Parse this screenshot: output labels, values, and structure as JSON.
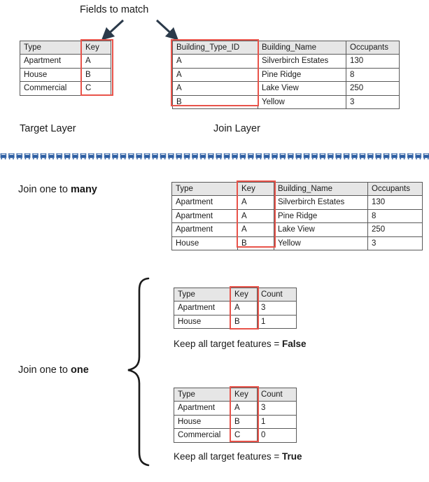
{
  "annotations": {
    "fields_to_match": "Fields to match",
    "target_layer_label": "Target Layer",
    "join_layer_label": "Join Layer",
    "join_one_to_many_prefix": "Join one to ",
    "join_one_to_many_strong": "many",
    "join_one_to_one_prefix": "Join one to ",
    "join_one_to_one_strong": "one",
    "keep_all_prefix": "Keep all target features = ",
    "keep_all_false": "False",
    "keep_all_true": "True"
  },
  "colors": {
    "highlight": "#e8534a",
    "divider": "#2e5fa3",
    "header_fill": "#e6e6e6",
    "border": "#5a5a5a",
    "arrow": "#2b3a4a"
  },
  "target_table": {
    "headers": [
      "Type",
      "Key"
    ],
    "rows": [
      [
        "Apartment",
        "A"
      ],
      [
        "House",
        "B"
      ],
      [
        "Commercial",
        "C"
      ]
    ]
  },
  "join_table": {
    "headers": [
      "Building_Type_ID",
      "Building_Name",
      "Occupants"
    ],
    "rows": [
      [
        "A",
        "Silverbirch Estates",
        "130"
      ],
      [
        "A",
        "Pine Ridge",
        "8"
      ],
      [
        "A",
        "Lake View",
        "250"
      ],
      [
        "B",
        "Yellow",
        "3"
      ]
    ]
  },
  "one_to_many_table": {
    "headers": [
      "Type",
      "Key",
      "Building_Name",
      "Occupants"
    ],
    "rows": [
      [
        "Apartment",
        "A",
        "Silverbirch Estates",
        "130"
      ],
      [
        "Apartment",
        "A",
        "Pine Ridge",
        "8"
      ],
      [
        "Apartment",
        "A",
        "Lake View",
        "250"
      ],
      [
        "House",
        "B",
        "Yellow",
        "3"
      ]
    ]
  },
  "one_to_one_false_table": {
    "headers": [
      "Type",
      "Key",
      "Count"
    ],
    "rows": [
      [
        "Apartment",
        "A",
        "3"
      ],
      [
        "House",
        "B",
        "1"
      ]
    ]
  },
  "one_to_one_true_table": {
    "headers": [
      "Type",
      "Key",
      "Count"
    ],
    "rows": [
      [
        "Apartment",
        "A",
        "3"
      ],
      [
        "House",
        "B",
        "1"
      ],
      [
        "Commercial",
        "C",
        "0"
      ]
    ]
  }
}
